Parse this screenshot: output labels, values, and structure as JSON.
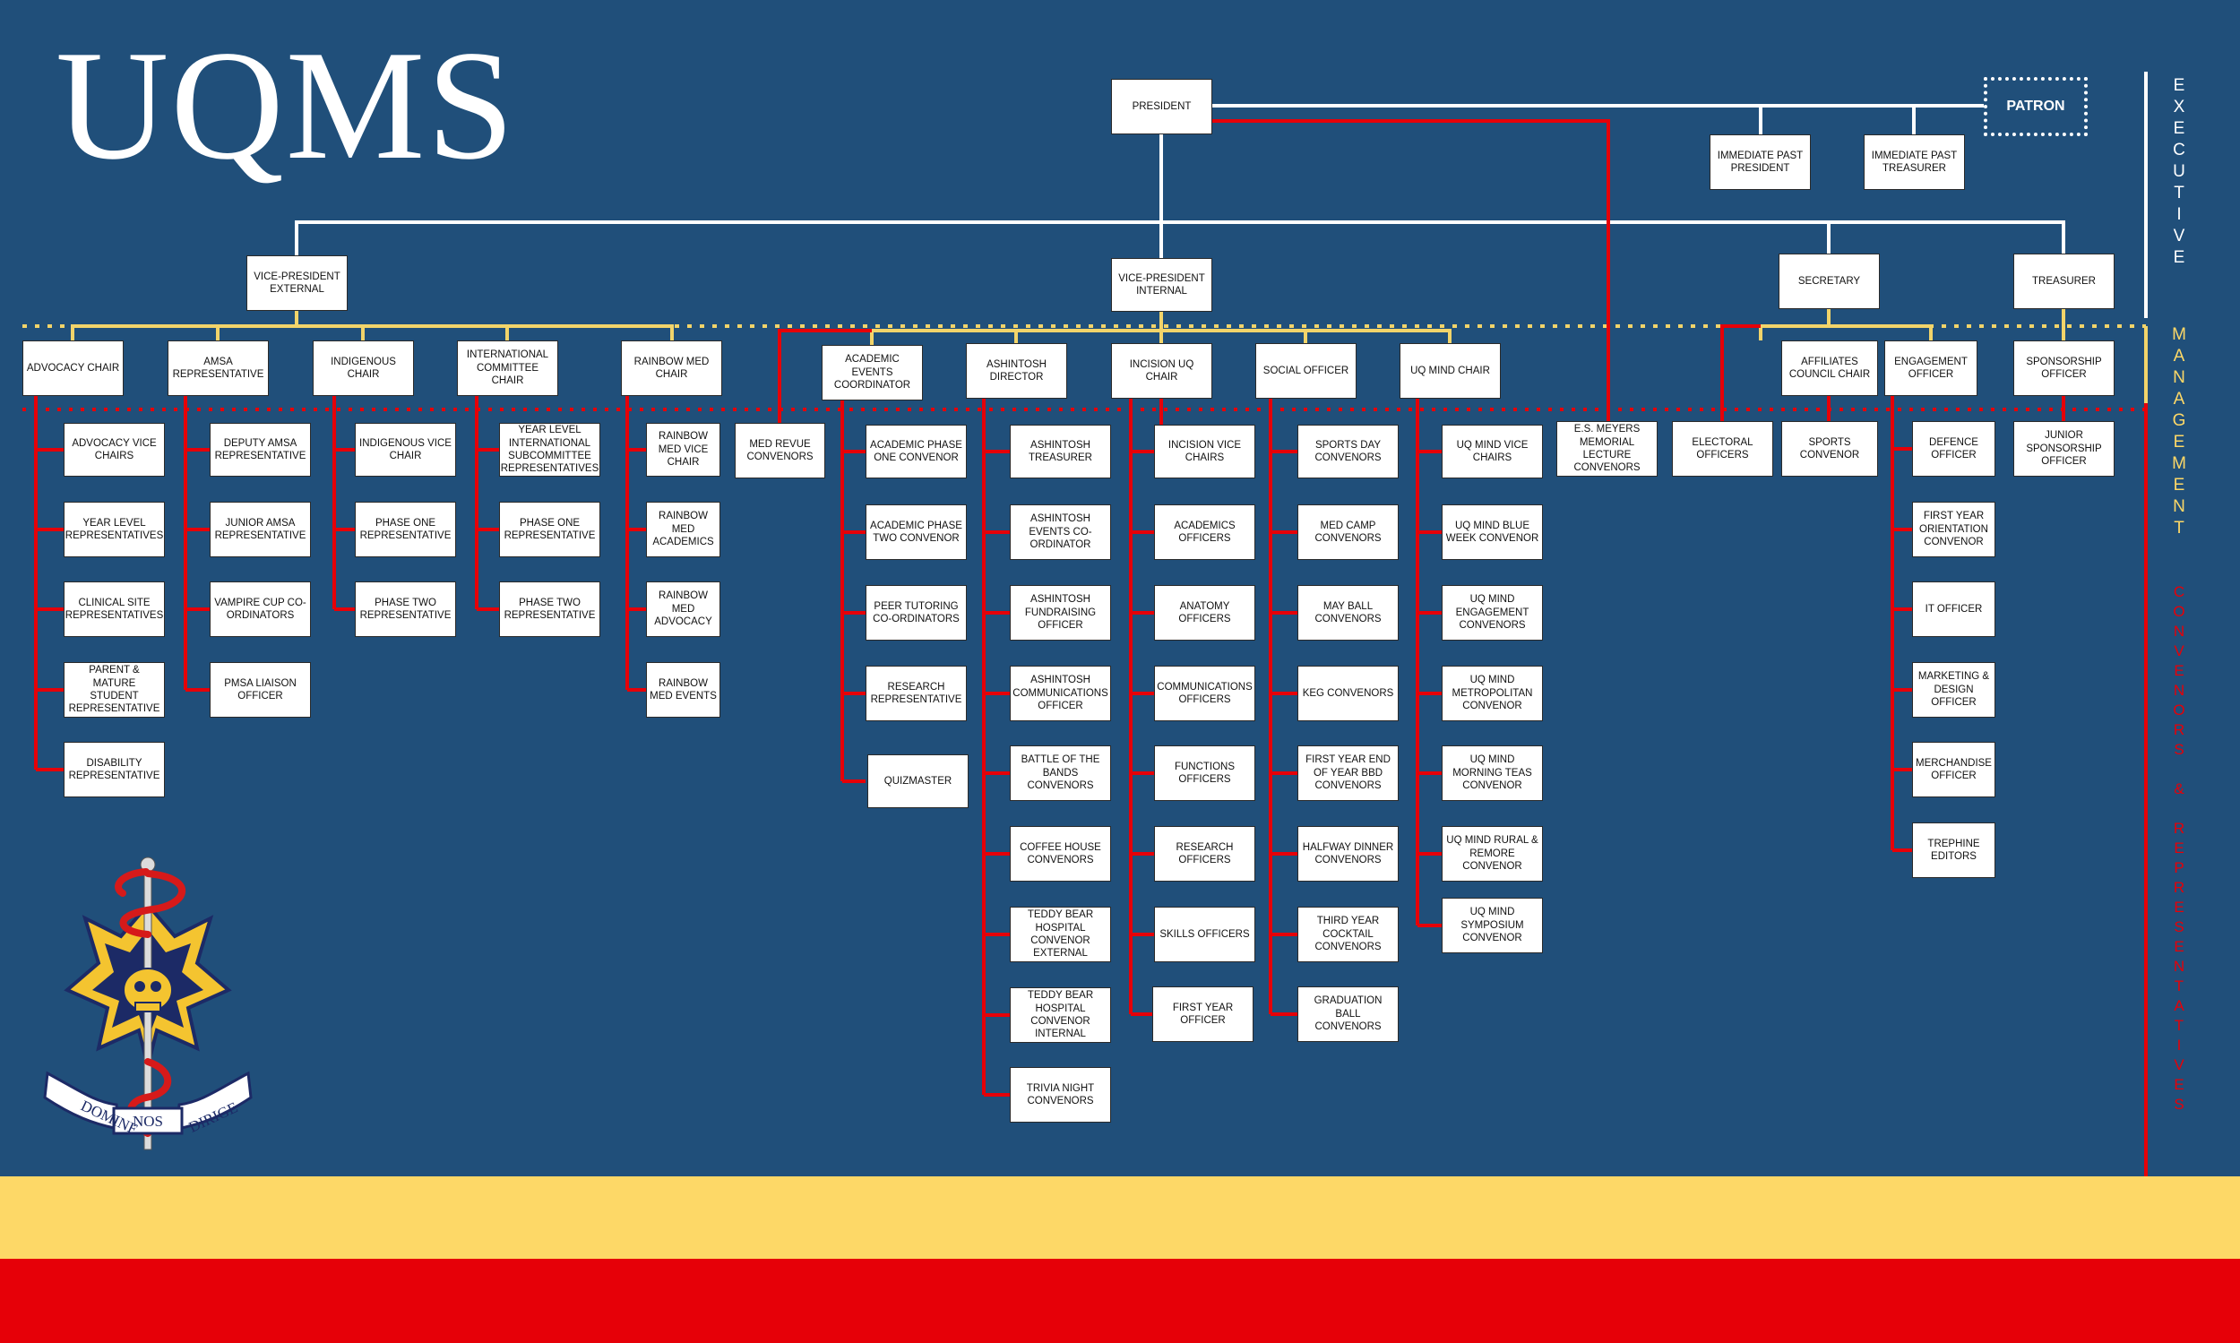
{
  "title": "UQMS",
  "patron": "PATRON",
  "side_labels": {
    "executive": "EXECUTIVE",
    "management": "MANAGEMENT",
    "convenors": "CONVENORS & REPRESENTATIVES"
  },
  "crest_motto": [
    "DOMINE",
    "NOS",
    "DIRIGE"
  ],
  "colors": {
    "background": "#204f7a",
    "executive_line": "#ffffff",
    "management_line": "#f2d46a",
    "convenor_line": "#e60008",
    "band_yellow": "#fdd867",
    "band_red": "#e60008"
  },
  "executive": {
    "president": "PRESIDENT",
    "immediate_past_president": "IMMEDIATE PAST PRESIDENT",
    "immediate_past_treasurer": "IMMEDIATE PAST TREASURER",
    "vp_external": "VICE-PRESIDENT EXTERNAL",
    "vp_internal": "VICE-PRESIDENT INTERNAL",
    "secretary": "SECRETARY",
    "treasurer": "TREASURER"
  },
  "columns": [
    {
      "chair": "ADVOCACY CHAIR",
      "members": [
        "ADVOCACY VICE CHAIRS",
        "YEAR LEVEL REPRESENTATIVES",
        "CLINICAL SITE REPRESENTATIVES",
        "PARENT & MATURE STUDENT REPRESENTATIVE",
        "DISABILITY REPRESENTATIVE"
      ]
    },
    {
      "chair": "AMSA REPRESENTATIVE",
      "members": [
        "DEPUTY AMSA REPRESENTATIVE",
        "JUNIOR AMSA REPRESENTATIVE",
        "VAMPIRE CUP CO-ORDINATORS",
        "PMSA LIAISON OFFICER"
      ]
    },
    {
      "chair": "INDIGENOUS CHAIR",
      "members": [
        "INDIGENOUS VICE CHAIR",
        "PHASE ONE REPRESENTATIVE",
        "PHASE TWO REPRESENTATIVE"
      ]
    },
    {
      "chair": "INTERNATIONAL COMMITTEE CHAIR",
      "members": [
        "YEAR LEVEL INTERNATIONAL SUBCOMMITTEE REPRESENTATIVES",
        "PHASE ONE REPRESENTATIVE",
        "PHASE TWO REPRESENTATIVE"
      ]
    },
    {
      "chair": "RAINBOW MED CHAIR",
      "members": [
        "RAINBOW MED VICE CHAIR",
        "RAINBOW MED ACADEMICS",
        "RAINBOW MED ADVOCACY",
        "RAINBOW MED EVENTS"
      ]
    },
    {
      "chair": "ACADEMIC EVENTS COORDINATOR",
      "members": [
        "ACADEMIC PHASE ONE CONVENOR",
        "ACADEMIC PHASE TWO CONVENOR",
        "PEER TUTORING CO-ORDINATORS",
        "RESEARCH REPRESENTATIVE",
        "QUIZMASTER"
      ]
    },
    {
      "chair": "ASHINTOSH DIRECTOR",
      "members": [
        "ASHINTOSH TREASURER",
        "ASHINTOSH EVENTS CO-ORDINATOR",
        "ASHINTOSH FUNDRAISING OFFICER",
        "ASHINTOSH COMMUNICATIONS OFFICER",
        "BATTLE OF THE BANDS CONVENORS",
        "COFFEE HOUSE CONVENORS",
        "TEDDY BEAR HOSPITAL CONVENOR EXTERNAL",
        "TEDDY BEAR HOSPITAL CONVENOR INTERNAL",
        "TRIVIA NIGHT CONVENORS"
      ]
    },
    {
      "chair": "INCISION UQ CHAIR",
      "members": [
        "INCISION VICE CHAIRS",
        "ACADEMICS OFFICERS",
        "ANATOMY OFFICERS",
        "COMMUNICATIONS OFFICERS",
        "FUNCTIONS OFFICERS",
        "RESEARCH OFFICERS",
        "SKILLS OFFICERS",
        "FIRST YEAR OFFICER"
      ]
    },
    {
      "chair": "SOCIAL OFFICER",
      "members": [
        "SPORTS DAY CONVENORS",
        "MED CAMP CONVENORS",
        "MAY BALL CONVENORS",
        "KEG CONVENORS",
        "FIRST YEAR END OF YEAR BBD CONVENORS",
        "HALFWAY DINNER CONVENORS",
        "THIRD YEAR COCKTAIL CONVENORS",
        "GRADUATION BALL CONVENORS"
      ]
    },
    {
      "chair": "UQ MIND CHAIR",
      "members": [
        "UQ MIND VICE CHAIRS",
        "UQ MIND BLUE WEEK CONVENOR",
        "UQ MIND ENGAGEMENT CONVENORS",
        "UQ MIND METROPOLITAN CONVENOR",
        "UQ MIND MORNING TEAS CONVENOR",
        "UQ MIND RURAL & REMORE CONVENOR",
        "UQ MIND SYMPOSIUM CONVENOR"
      ]
    },
    {
      "chair": "AFFILIATES COUNCIL CHAIR",
      "members": [
        "SPORTS CONVENOR"
      ]
    },
    {
      "chair": "ENGAGEMENT OFFICER",
      "members": [
        "DEFENCE OFFICER",
        "FIRST YEAR ORIENTATION CONVENOR",
        "IT OFFICER",
        "MARKETING & DESIGN OFFICER",
        "MERCHANDISE OFFICER",
        "TREPHINE EDITORS"
      ]
    },
    {
      "chair": "SPONSORSHIP OFFICER",
      "members": [
        "JUNIOR SPONSORSHIP OFFICER"
      ]
    }
  ],
  "standalone": {
    "med_revue": "MED REVUE CONVENORS",
    "es_meyers": "E.S. MEYERS MEMORIAL LECTURE CONVENORS",
    "electoral": "ELECTORAL OFFICERS"
  }
}
